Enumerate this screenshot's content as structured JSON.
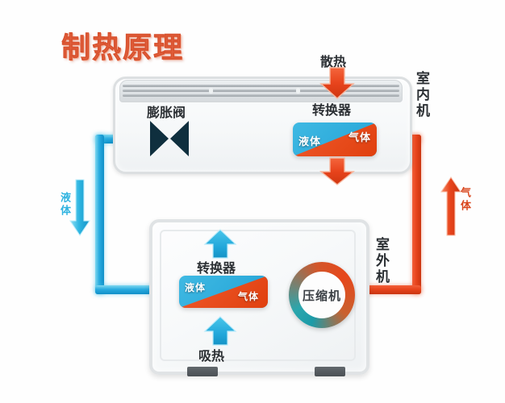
{
  "diagram": {
    "title": "制热原理",
    "title_color": "#e2623f",
    "background_color": "#ffffff"
  },
  "indoor": {
    "unit_label": "室内机",
    "heat_release_label": "散热",
    "converter_label": "转换器",
    "expansion_valve_label": "膨胀阀",
    "converter": {
      "liquid_label": "液体",
      "gas_label": "气体",
      "liquid_color": "#23a3d6",
      "gas_color": "#e0400f"
    }
  },
  "outdoor": {
    "unit_label": "室外机",
    "heat_absorb_label": "吸热",
    "converter_label": "转换器",
    "compressor_label": "压缩机",
    "converter": {
      "liquid_label": "液体",
      "gas_label": "气体",
      "liquid_color": "#23a3d6",
      "gas_color": "#e0400f"
    }
  },
  "pipes": {
    "liquid_line_label": "液体",
    "gas_line_label": "气体",
    "liquid_color": "#29ace0",
    "gas_color": "#e8441c"
  },
  "arrows": {
    "heat_release_color": "#e8441c",
    "heat_absorb_color": "#2fb6e2",
    "converter_up_color": "#2fb6e2",
    "liquid_down_color": "#2fb6e2",
    "gas_up_color": "#e8441c"
  }
}
